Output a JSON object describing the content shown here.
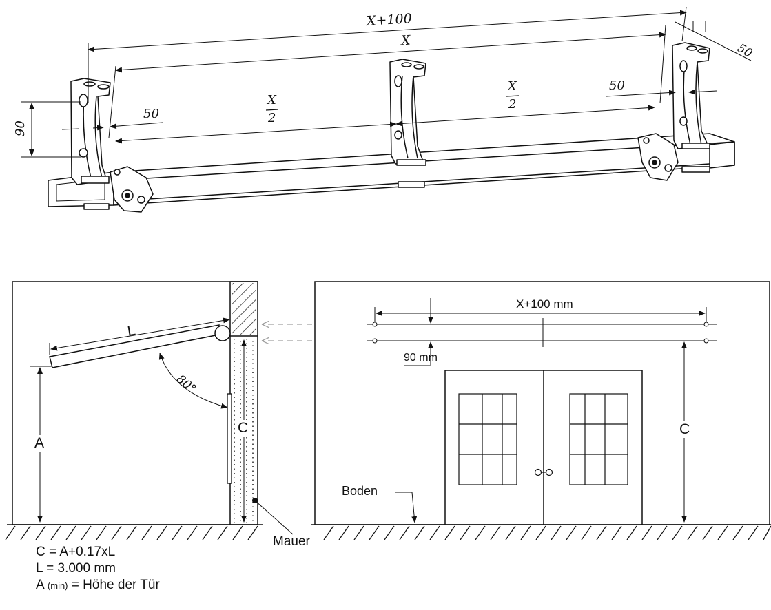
{
  "rail_drawing": {
    "dim_x_plus_100": "X+100",
    "dim_x": "X",
    "dim_50_side": "50",
    "dim_50_right": "50",
    "dim_50_left": "50",
    "dim_90": "90",
    "half_left_num": "X",
    "half_left_den": "2",
    "half_right_num": "X",
    "half_right_den": "2"
  },
  "side_view": {
    "label_L": "L",
    "label_angle": "80°",
    "label_A": "A",
    "label_C": "C"
  },
  "front_view": {
    "dim_top": "X+100 mm",
    "dim_90": "90 mm",
    "label_C": "C",
    "label_boden": "Boden"
  },
  "wall_label": "Mauer",
  "formulas": {
    "line1": "C = A+0.17xL",
    "line2": "L = 3.000 mm",
    "line3_prefix": "A",
    "line3_sub": "(min)",
    "line3_suffix": "= Höhe der Tür"
  },
  "colors": {
    "stroke": "#111111",
    "guide_arrow": "#a0a0a0",
    "background": "#ffffff"
  }
}
